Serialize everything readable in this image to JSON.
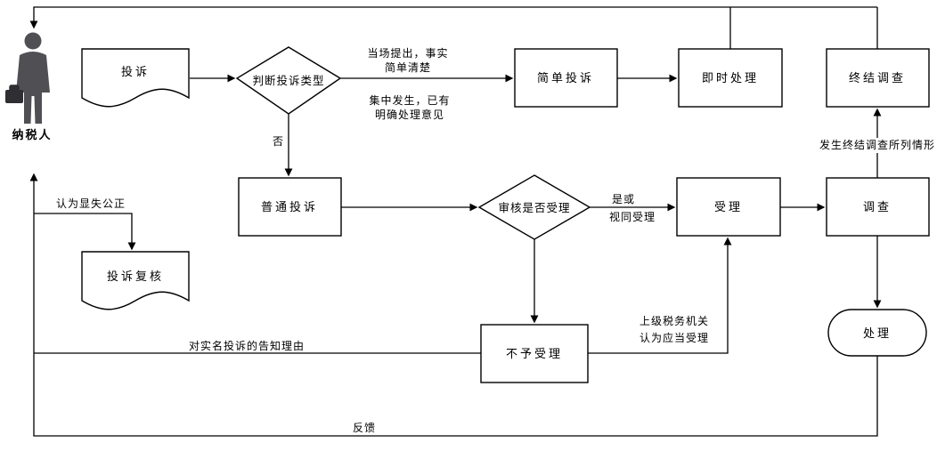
{
  "actor": {
    "taxpayer": "纳税人"
  },
  "icons": {
    "taxpayer": "businessman-silhouette"
  },
  "nodes": {
    "complaint": "投诉",
    "judge_type": "判断投诉类型",
    "simple_complaint": "简单投诉",
    "instant_handle": "即时处理",
    "end_investigation": "终结调查",
    "ordinary_complaint": "普通投诉",
    "review_accept": "审核是否受理",
    "accept": "受理",
    "investigate": "调查",
    "handle": "处理",
    "reject": "不予受理",
    "complaint_review": "投诉复核"
  },
  "labels": {
    "onsite_line1": "当场提出，事实",
    "onsite_line2": "简单清楚",
    "concentrated_line1": "集中发生，已有",
    "concentrated_line2": "明确处理意见",
    "no": "否",
    "accept_line1": "是或",
    "accept_line2": "视同受理",
    "terminate_condition": "发生终结调查所列情形",
    "superior_line1": "上级税务机关",
    "superior_line2": "认为应当受理",
    "unfair": "认为显失公正",
    "notify_reason": "对实名投诉的告知理由",
    "feedback": "反馈"
  },
  "colors": {
    "line": "#000000",
    "node_fill": "#ffffff",
    "node_stroke": "#000000",
    "figure": "#505054"
  }
}
